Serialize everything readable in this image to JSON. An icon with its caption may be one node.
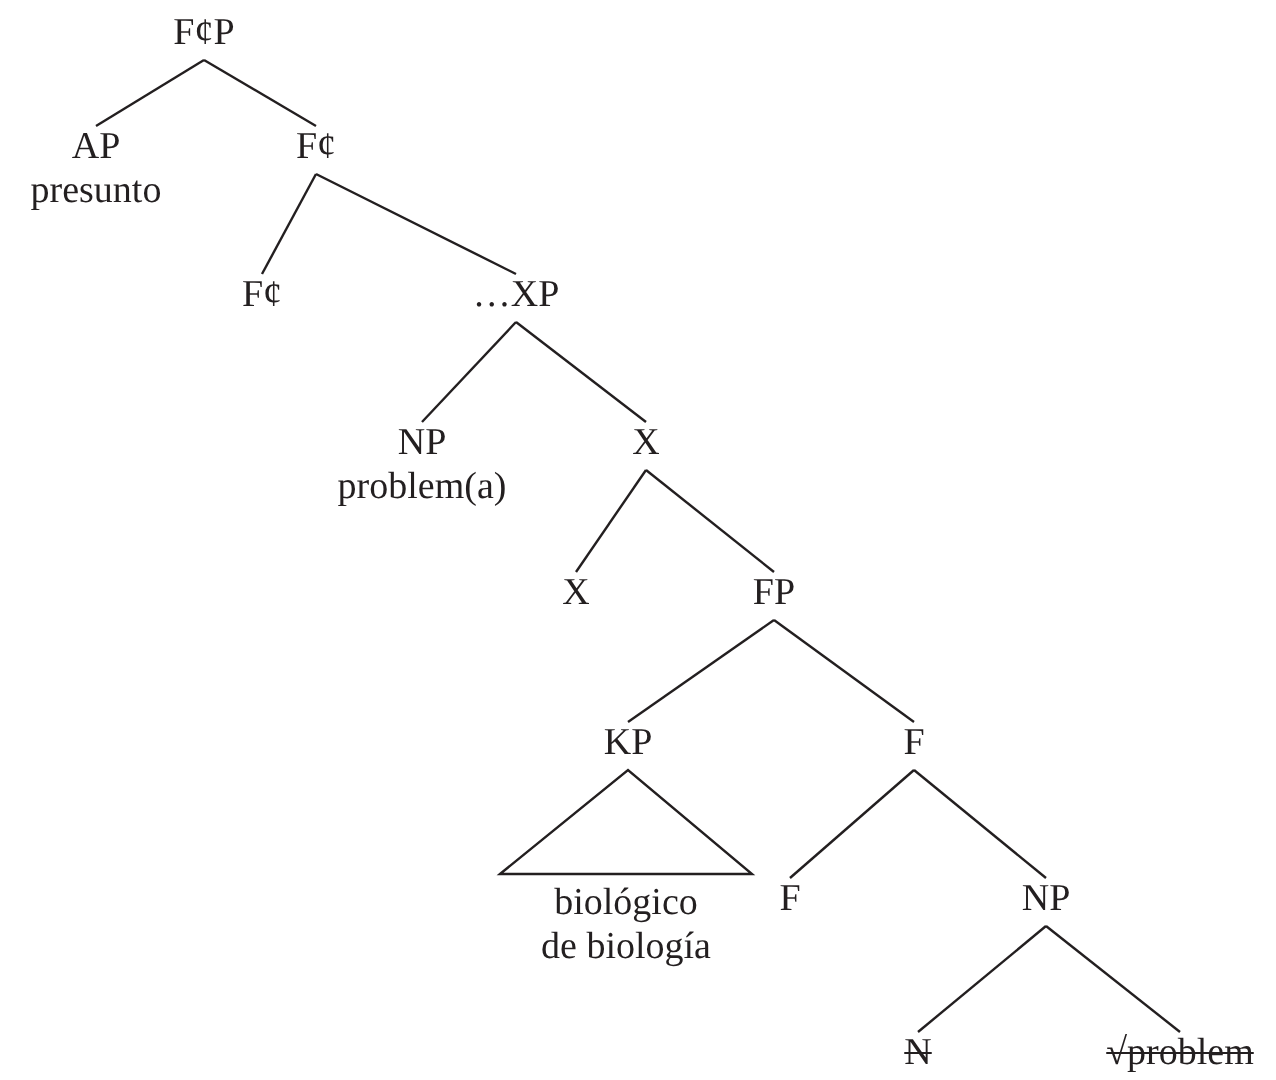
{
  "diagram": {
    "nodes": [
      {
        "text": [
          "F¢P"
        ]
      },
      {
        "text": [
          "AP",
          "presunto"
        ]
      },
      {
        "text": [
          "F¢"
        ]
      },
      {
        "text": [
          "F¢"
        ]
      },
      {
        "text": [
          "…XP"
        ]
      },
      {
        "text": [
          "NP",
          "problem(a)"
        ]
      },
      {
        "text": [
          "X"
        ]
      },
      {
        "text": [
          "X"
        ]
      },
      {
        "text": [
          "FP"
        ]
      },
      {
        "text": [
          "KP"
        ]
      },
      {
        "text": [
          "F"
        ]
      },
      {
        "text": [
          "biológico",
          "de biología"
        ]
      },
      {
        "text": [
          "F"
        ]
      },
      {
        "text": [
          "NP"
        ]
      },
      {
        "text": [
          "N"
        ]
      },
      {
        "text": [
          "√problem"
        ]
      }
    ],
    "edges": [
      {
        "from": 0,
        "to": 1,
        "arrow": "none"
      },
      {
        "from": 0,
        "to": 2,
        "arrow": "none"
      },
      {
        "from": 2,
        "to": 3,
        "arrow": "none"
      },
      {
        "from": 2,
        "to": 4,
        "arrow": "none"
      },
      {
        "from": 4,
        "to": 5,
        "arrow": "none"
      },
      {
        "from": 4,
        "to": 6,
        "arrow": "none"
      },
      {
        "from": 6,
        "to": 7,
        "arrow": "none"
      },
      {
        "from": 6,
        "to": 8,
        "arrow": "none"
      },
      {
        "from": 8,
        "to": 9,
        "arrow": "none"
      },
      {
        "from": 8,
        "to": 10,
        "arrow": "none"
      },
      {
        "from": 9,
        "to": 11,
        "arrow": "none"
      },
      {
        "from": 10,
        "to": 12,
        "arrow": "none"
      },
      {
        "from": 10,
        "to": 13,
        "arrow": "none"
      },
      {
        "from": 13,
        "to": 14,
        "arrow": "none"
      },
      {
        "from": 13,
        "to": 15,
        "arrow": "none"
      }
    ]
  }
}
